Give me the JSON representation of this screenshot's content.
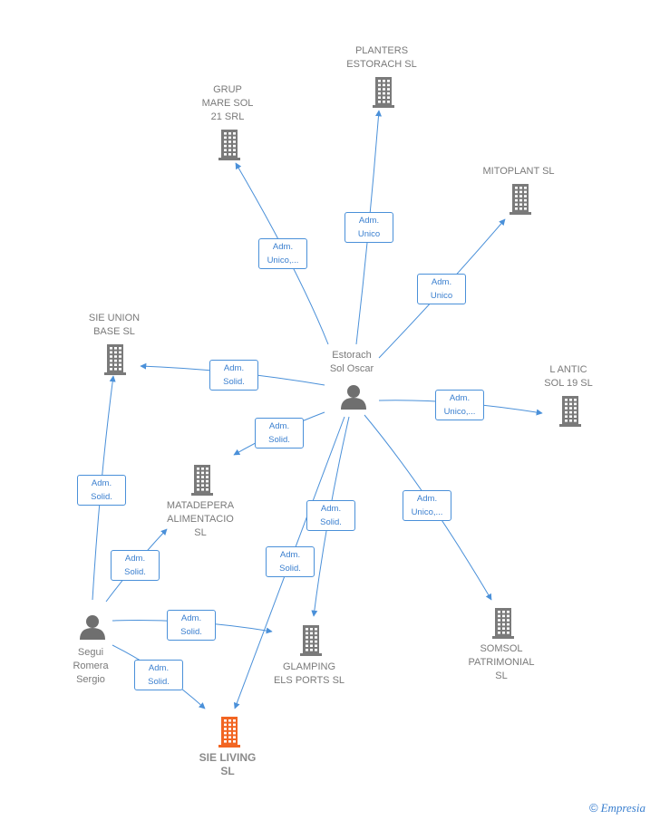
{
  "nodes": {
    "estorach": {
      "label": "Estorach\nSol Oscar",
      "kind": "person"
    },
    "segui": {
      "label": "Segui\nRomera\nSergio",
      "kind": "person"
    },
    "planters": {
      "label": "PLANTERS\nESTORACH SL",
      "kind": "company"
    },
    "grup": {
      "label": "GRUP\nMARE SOL\n21 SRL",
      "kind": "company"
    },
    "mitoplant": {
      "label": "MITOPLANT SL",
      "kind": "company"
    },
    "sieunion": {
      "label": "SIE UNION\nBASE  SL",
      "kind": "company"
    },
    "lantic": {
      "label": "L ANTIC\nSOL 19  SL",
      "kind": "company"
    },
    "matadepera": {
      "label": "MATADEPERA\nALIMENTACIO\nSL",
      "kind": "company"
    },
    "glamping": {
      "label": "GLAMPING\nELS PORTS  SL",
      "kind": "company"
    },
    "somsol": {
      "label": "SOMSOL\nPATRIMONIAL\nSL",
      "kind": "company"
    },
    "sieliving": {
      "label": "SIE LIVING\nSL",
      "kind": "company-main"
    }
  },
  "edges": [
    {
      "id": "e1",
      "label": "Adm.\nUnico,..."
    },
    {
      "id": "e2",
      "label": "Adm.\nUnico"
    },
    {
      "id": "e3",
      "label": "Adm.\nUnico"
    },
    {
      "id": "e4",
      "label": "Adm.\nSolid."
    },
    {
      "id": "e5",
      "label": "Adm.\nUnico,..."
    },
    {
      "id": "e6",
      "label": "Adm.\nSolid."
    },
    {
      "id": "e7",
      "label": "Adm.\nUnico,..."
    },
    {
      "id": "e8",
      "label": "Adm.\nSolid."
    },
    {
      "id": "e9",
      "label": "Adm.\nSolid."
    },
    {
      "id": "e10",
      "label": "Adm.\nSolid."
    },
    {
      "id": "e11",
      "label": "Adm.\nSolid."
    },
    {
      "id": "e12",
      "label": "Adm.\nSolid."
    },
    {
      "id": "e13",
      "label": "Adm.\nSolid."
    }
  ],
  "colors": {
    "edge": "#4a90d9",
    "company": "#7a7a7a",
    "main_company": "#f26522",
    "person": "#6f6f6f"
  },
  "brand": {
    "symbol": "©",
    "name": "Empresia"
  }
}
